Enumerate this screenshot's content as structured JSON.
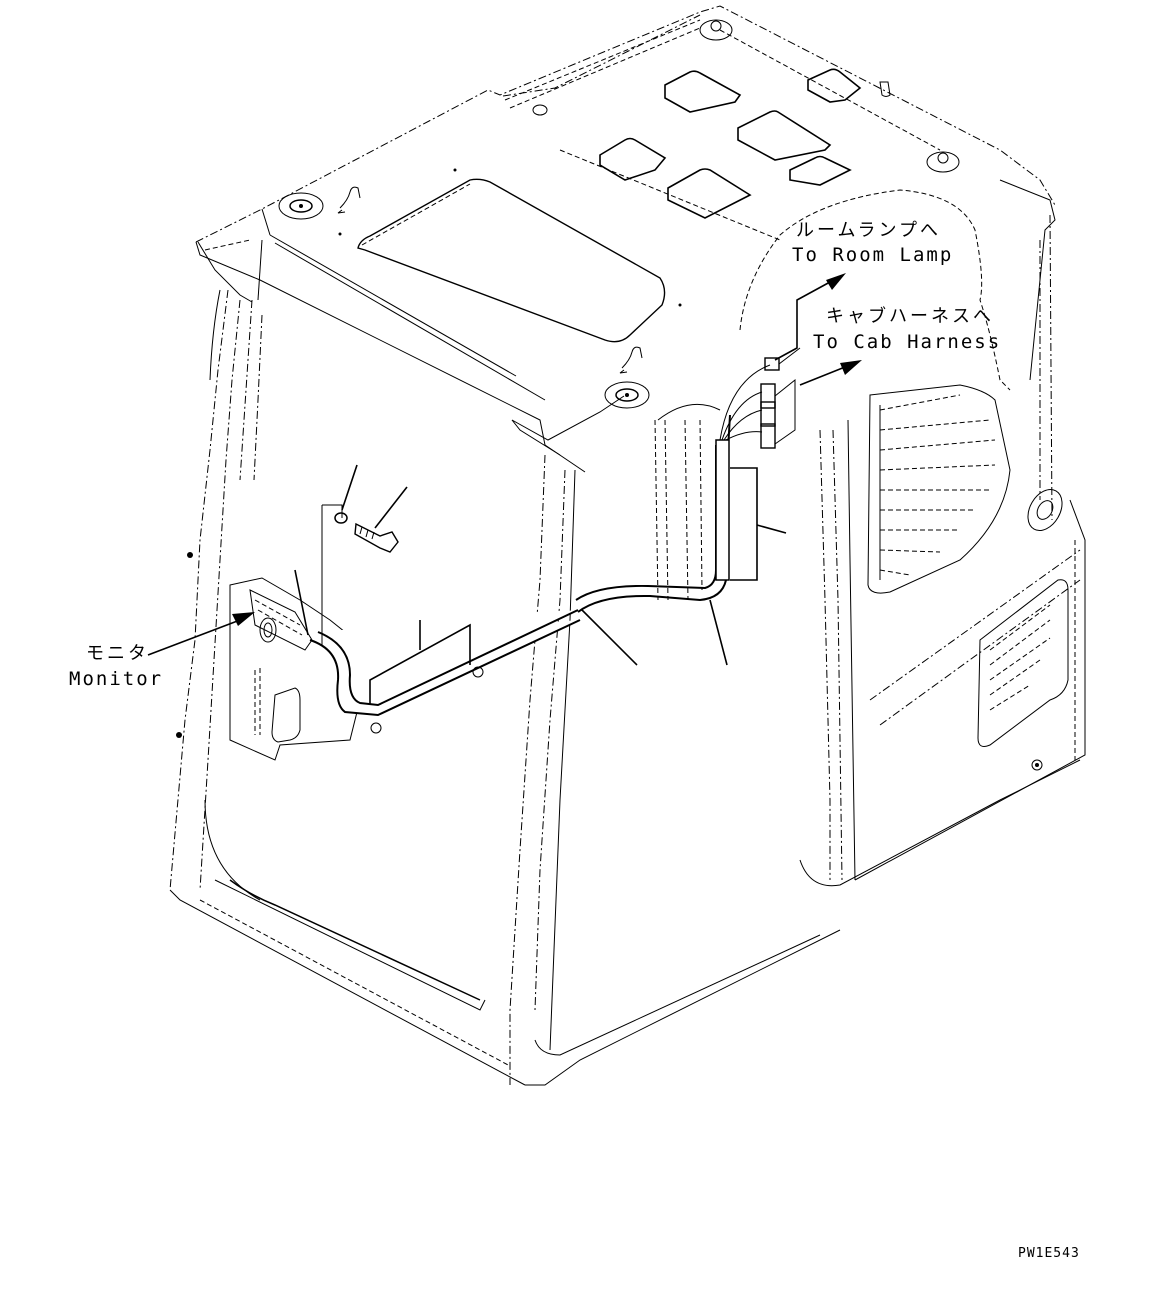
{
  "drawing": {
    "subject": "cab wiring harness",
    "figure_code": "PW1E543"
  },
  "callouts": {
    "room_lamp": {
      "jp": "ルームランプへ",
      "en": "To Room Lamp"
    },
    "cab_harness": {
      "jp": "キャブハーネスへ",
      "en": "To Cab Harness"
    },
    "monitor": {
      "jp": "モニタ",
      "en": "Monitor"
    }
  },
  "colors": {
    "line": "#000000",
    "background": "#ffffff"
  }
}
